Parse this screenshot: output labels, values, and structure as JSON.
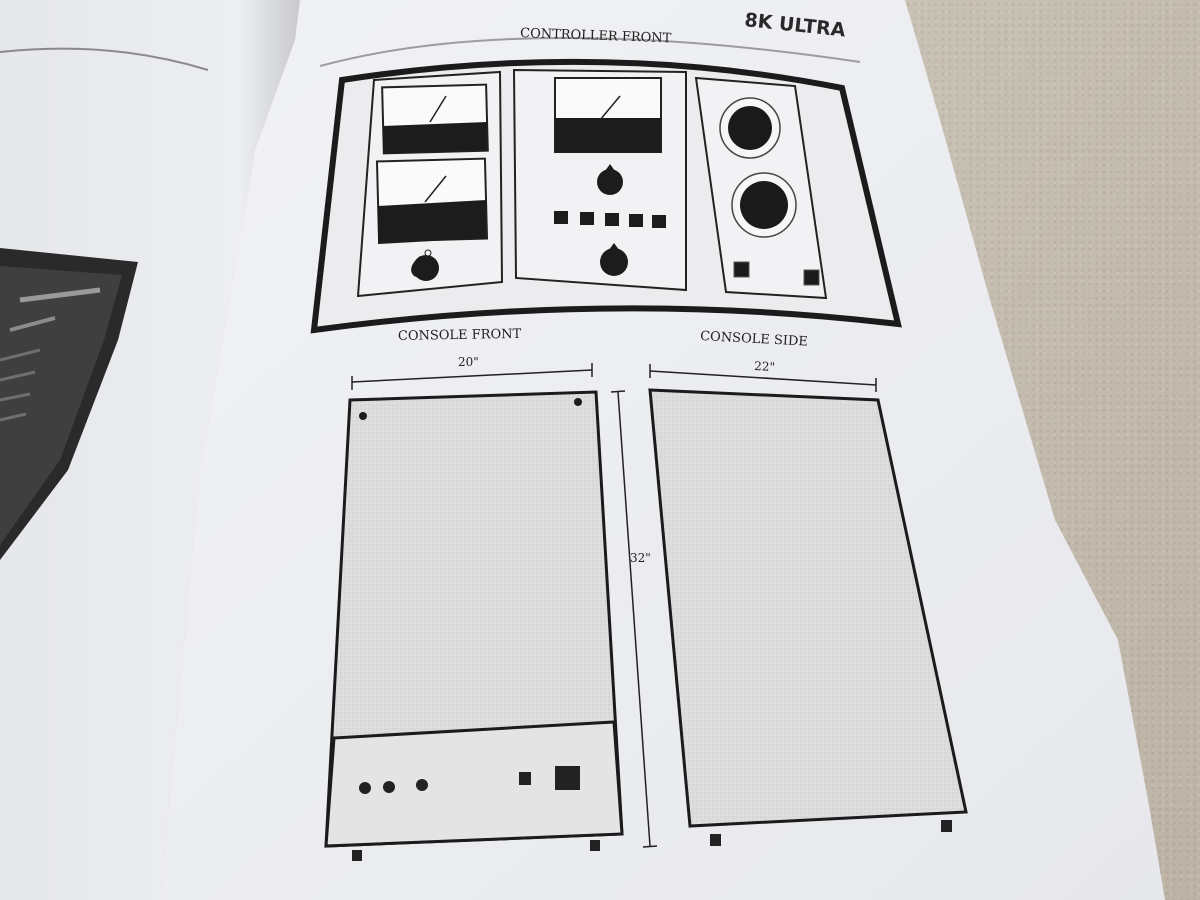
{
  "brand": "8K ULTRA",
  "headings": {
    "controller_front": "CONTROLLER FRONT",
    "console_front": "CONSOLE FRONT",
    "console_side": "CONSOLE SIDE"
  },
  "dimensions": {
    "front_width": "20\"",
    "height": "32\"",
    "side_width": "22\""
  }
}
